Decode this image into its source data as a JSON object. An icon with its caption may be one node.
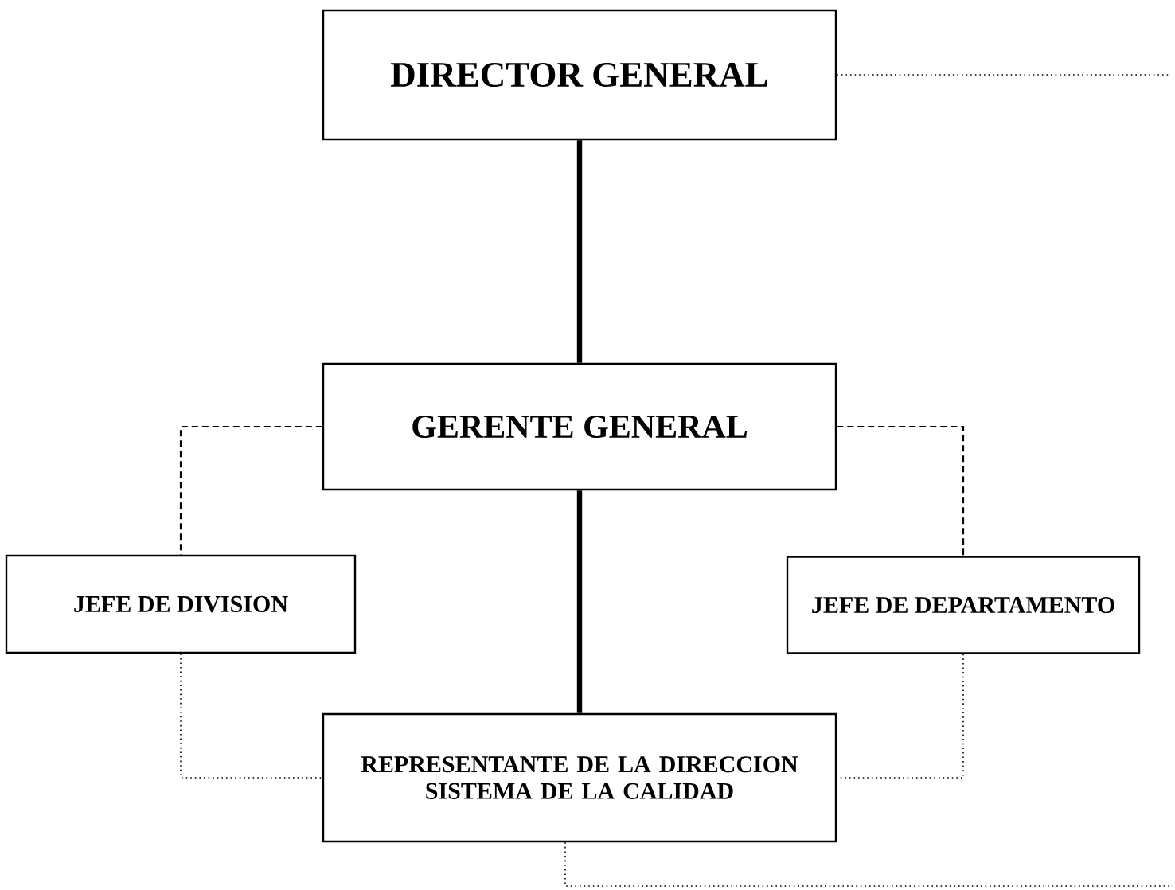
{
  "diagram": {
    "nodes": [
      {
        "text": [
          "DIRECTOR GENERAL"
        ]
      },
      {
        "text": [
          "GERENTE GENERAL"
        ]
      },
      {
        "text": [
          "JEFE DE DIVISION"
        ]
      },
      {
        "text": [
          "JEFE DE DEPARTAMENTO"
        ]
      },
      {
        "text": [
          "REPRESENTANTE DE LA DIRECCION SISTEMA DE LA CALIDAD"
        ]
      }
    ],
    "edges": [
      {
        "from": 0,
        "to": 1,
        "arrow": "none",
        "style": "thick"
      },
      {
        "from": 1,
        "to": 2,
        "arrow": "none",
        "style": "dashed"
      },
      {
        "from": 1,
        "to": 3,
        "arrow": "none",
        "style": "dashed"
      },
      {
        "from": 1,
        "to": 4,
        "arrow": "none",
        "style": "thick"
      },
      {
        "from": 2,
        "to": 4,
        "arrow": "none",
        "style": "dashed"
      },
      {
        "from": 3,
        "to": 4,
        "arrow": "none",
        "style": "dashed"
      },
      {
        "from": 0,
        "to": null,
        "arrow": "none",
        "style": "dashed"
      },
      {
        "from": 4,
        "to": null,
        "arrow": "none",
        "style": "dashed"
      }
    ]
  }
}
